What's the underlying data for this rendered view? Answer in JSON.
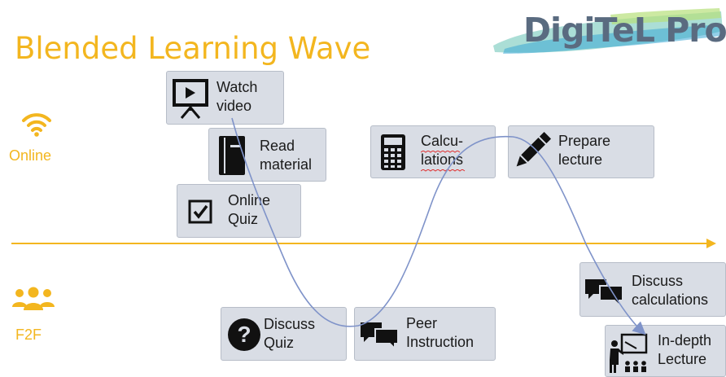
{
  "title": "Blended Learning Wave",
  "logo": {
    "text": "DigiTeL Pro"
  },
  "modes": {
    "online": {
      "label": "Online",
      "icon": "wifi-icon"
    },
    "f2f": {
      "label": "F2F",
      "icon": "group-icon"
    }
  },
  "activities": [
    {
      "id": "watch-video",
      "label": "Watch\nvideo",
      "icon": "presentation-board-icon"
    },
    {
      "id": "read-material",
      "label": "Read\nmaterial",
      "icon": "book-icon"
    },
    {
      "id": "online-quiz",
      "label": "Online\nQuiz",
      "icon": "checkbox-icon"
    },
    {
      "id": "calculations",
      "label": "Calcu-\nlations",
      "icon": "calculator-icon"
    },
    {
      "id": "prepare-lecture",
      "label": "Prepare\nlecture",
      "icon": "pencil-icon"
    },
    {
      "id": "discuss-quiz",
      "label": "Discuss\nQuiz",
      "icon": "question-icon"
    },
    {
      "id": "peer-instruction",
      "label": "Peer\nInstruction",
      "icon": "speech-bubbles-icon"
    },
    {
      "id": "discuss-calculations",
      "label": "Discuss\ncalculations",
      "icon": "speech-bubbles-icon"
    },
    {
      "id": "in-depth-lecture",
      "label": "In-depth\nLecture",
      "icon": "lecturer-icon"
    }
  ],
  "colors": {
    "accent": "#f3b61f",
    "box": "#d9dde5",
    "wave": "#7f93c9",
    "logo": "#5a6b80"
  }
}
